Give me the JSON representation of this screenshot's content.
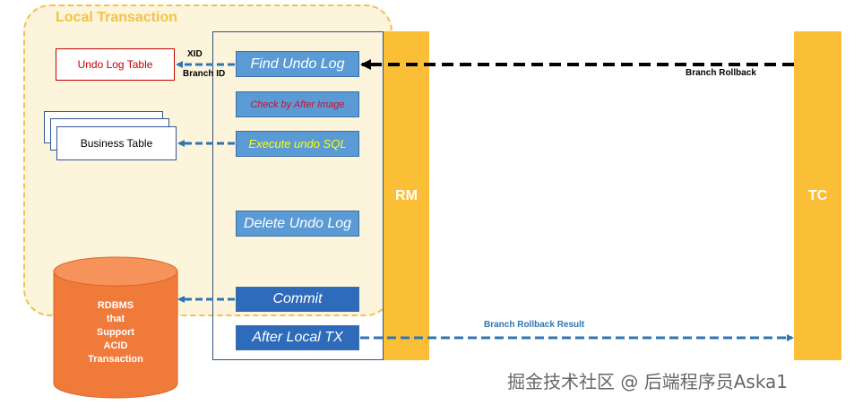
{
  "local_transaction": {
    "title": "Local Transaction"
  },
  "participants": {
    "rm": "RM",
    "tc": "TC"
  },
  "tables": {
    "undo_log": "Undo Log Table",
    "business": "Business Table"
  },
  "database": {
    "label": "RDBMS\nthat\nSupport\nACID\nTransaction"
  },
  "steps": {
    "find_undo_log": "Find Undo Log",
    "check_after_image": "Check by After Image",
    "execute_undo_sql": "Execute undo SQL",
    "delete_undo_log": "Delete Undo Log",
    "commit": "Commit",
    "after_local_tx": "After Local TX"
  },
  "arrows": {
    "xid": "XID",
    "branch_id": "Branch ID",
    "branch_rollback": "Branch Rollback",
    "branch_rollback_result": "Branch Rollback Result"
  },
  "colors": {
    "rm_tc": "#fbbf37",
    "step_light": "#5b9bd5",
    "step_dark": "#2e6bba",
    "database": "#f07a3a",
    "check_text": "#c8102e",
    "execute_text": "#ffff00"
  },
  "watermark": "掘金技术社区 @ 后端程序员Aska1"
}
